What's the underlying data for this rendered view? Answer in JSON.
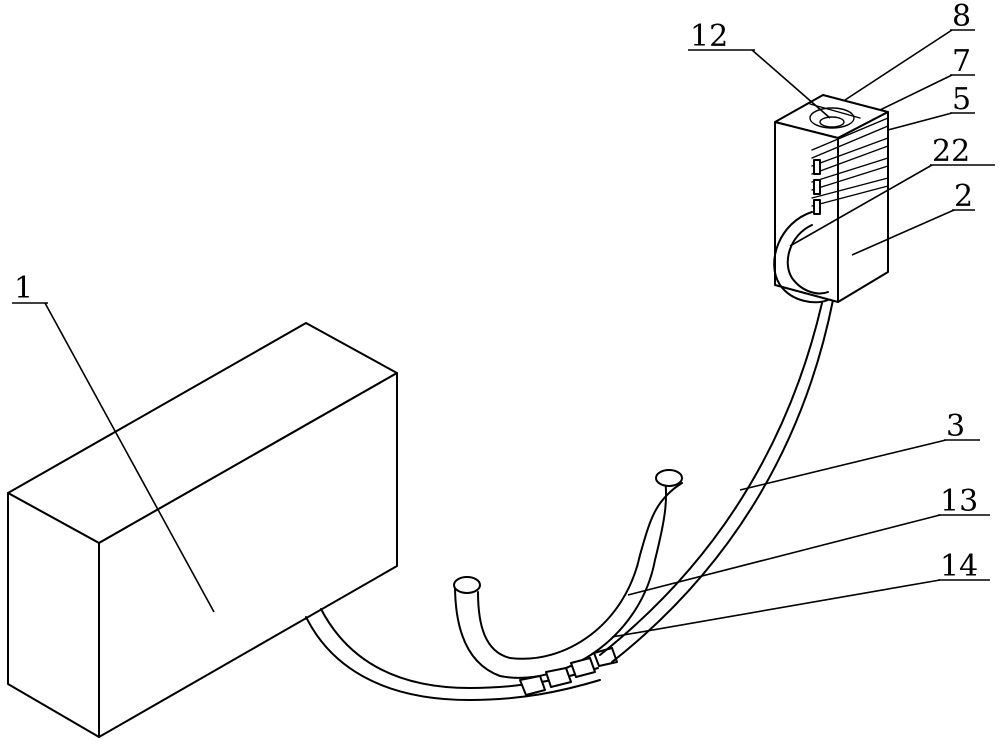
{
  "labels": {
    "l1": "1",
    "l2": "2",
    "l3": "3",
    "l5": "5",
    "l7": "7",
    "l8": "8",
    "l12": "12",
    "l13": "13",
    "l14": "14",
    "l22": "22"
  }
}
